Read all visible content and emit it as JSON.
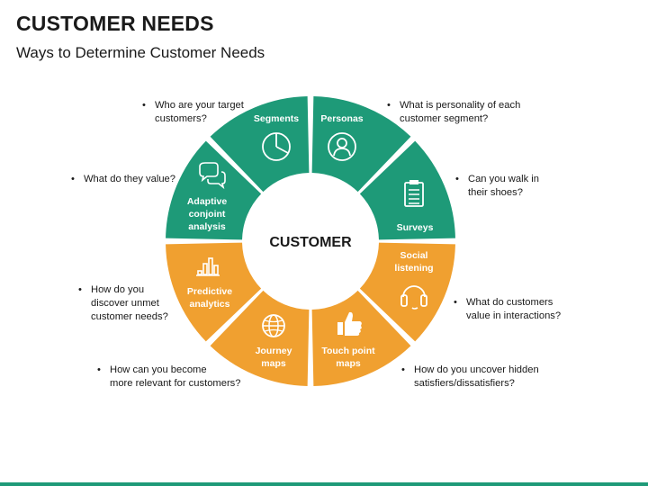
{
  "header": {
    "title": "CUSTOMER NEEDS",
    "subtitle": "Ways to Determine Customer Needs"
  },
  "center": {
    "label": "CUSTOMER"
  },
  "colors": {
    "teal": "#1e9a78",
    "orange": "#f0a030"
  },
  "segments": [
    {
      "label": [
        "Personas"
      ],
      "icon": "person-icon",
      "color": "teal"
    },
    {
      "label": [
        "Surveys"
      ],
      "icon": "clipboard-icon",
      "color": "teal"
    },
    {
      "label": [
        "Social",
        "listening"
      ],
      "icon": "headset-icon",
      "color": "orange"
    },
    {
      "label": [
        "Touch point",
        "maps"
      ],
      "icon": "thumbs-up-icon",
      "color": "orange"
    },
    {
      "label": [
        "Journey",
        "maps"
      ],
      "icon": "globe-icon",
      "color": "orange"
    },
    {
      "label": [
        "Predictive",
        "analytics"
      ],
      "icon": "bar-chart-icon",
      "color": "orange"
    },
    {
      "label": [
        "Adaptive",
        "conjoint",
        "analysis"
      ],
      "icon": "chat-bubbles-icon",
      "color": "teal"
    },
    {
      "label": [
        "Segments"
      ],
      "icon": "pie-chart-icon",
      "color": "teal"
    }
  ],
  "notes": {
    "personas": "What is personality of each customer segment?",
    "surveys": "Can you walk in their shoes?",
    "social": "What do customers value in interactions?",
    "touchpoint": "How do you uncover hidden satisfiers/dissatisfiers?",
    "journey": "How can you become more relevant for customers?",
    "predictive": "How do you discover unmet customer needs?",
    "adaptive": "What do they value?",
    "segments": "Who are your target customers?"
  }
}
